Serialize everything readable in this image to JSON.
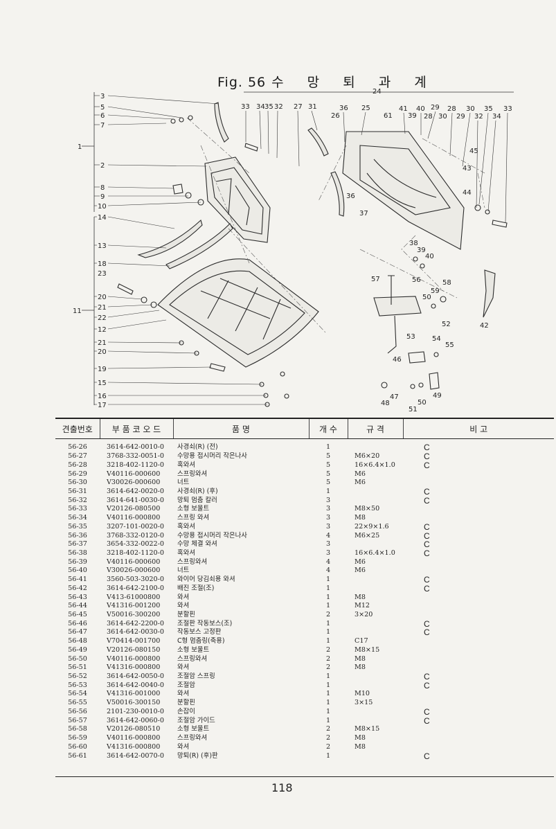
{
  "figure": {
    "title_fig": "Fig. 56",
    "title_ko": "수 망 퇴 과 계"
  },
  "callouts_left": [
    "3",
    "5",
    "6",
    "7",
    "1",
    "2",
    "8",
    "9",
    "10",
    "14",
    "13",
    "18",
    "23",
    "20",
    "21",
    "11",
    "22",
    "12",
    "21",
    "20",
    "19",
    "15",
    "16",
    "17"
  ],
  "callouts_top": [
    "24",
    "33",
    "34",
    "35",
    "32",
    "27",
    "31",
    "36",
    "25",
    "26",
    "61",
    "41",
    "39",
    "40",
    "29",
    "28",
    "30",
    "28",
    "30",
    "29",
    "32",
    "35",
    "34",
    "33"
  ],
  "callouts_misc": [
    "45",
    "43",
    "44",
    "36",
    "37",
    "38",
    "39",
    "40",
    "42",
    "57",
    "56",
    "58",
    "59",
    "50",
    "52",
    "53",
    "54",
    "55",
    "46",
    "48",
    "47",
    "51",
    "50",
    "49"
  ],
  "table": {
    "headers": [
      "견출번호",
      "부 품 코 오 드",
      "품                명",
      "개  수",
      "규      격",
      "비          고"
    ],
    "rows": [
      [
        "56-26",
        "3614-642-0010-0",
        "사경쇠(R)  (전)",
        "1",
        "",
        "C"
      ],
      [
        "56-27",
        "3768-332-0051-0",
        "수망용 접시머리 작은나사",
        "5",
        "M6×20",
        "C"
      ],
      [
        "56-28",
        "3218-402-1120-0",
        "혹와셔",
        "5",
        "16×6.4×1.0",
        "C"
      ],
      [
        "56-29",
        "V40116-000600",
        "스프링와셔",
        "5",
        "M6",
        ""
      ],
      [
        "56-30",
        "V30026-000600",
        "너트",
        "5",
        "M6",
        ""
      ],
      [
        "56-31",
        "3614-642-0020-0",
        "사경쇠(R)  (후)",
        "1",
        "",
        "C"
      ],
      [
        "56-32",
        "3614-641-0030-0",
        "망퇴 멈춤 칼러",
        "3",
        "",
        "C"
      ],
      [
        "56-33",
        "V20126-080500",
        "소형 보울트",
        "3",
        "M8×50",
        ""
      ],
      [
        "56-34",
        "V40116-000800",
        "스프링 와셔",
        "3",
        "M8",
        ""
      ],
      [
        "56-35",
        "3207-101-0020-0",
        "혹와셔",
        "3",
        "22×9×1.6",
        "C"
      ],
      [
        "56-36",
        "3768-332-0120-0",
        "수망용 접시머리 작은나사",
        "4",
        "M6×25",
        "C"
      ],
      [
        "56-37",
        "3654-332-0022-0",
        "수망 체결 와셔",
        "3",
        "",
        "C"
      ],
      [
        "56-38",
        "3218-402-1120-0",
        "혹와셔",
        "3",
        "16×6.4×1.0",
        "C"
      ],
      [
        "56-39",
        "V40116-000600",
        "스프링와셔",
        "4",
        "M6",
        ""
      ],
      [
        "56-40",
        "V30026-000600",
        "너트",
        "4",
        "M6",
        ""
      ],
      [
        "56-41",
        "3560-503-3020-0",
        "와이어 당김쇠용 와셔",
        "1",
        "",
        "C"
      ],
      [
        "56-42",
        "3614-642-2100-0",
        "배진 조절(조)",
        "1",
        "",
        "C"
      ],
      [
        "56-43",
        "V413-61000800",
        "와셔",
        "1",
        "M8",
        ""
      ],
      [
        "56-44",
        "V41316-001200",
        "와셔",
        "1",
        "M12",
        ""
      ],
      [
        "56-45",
        "V50016-300200",
        "분할핀",
        "2",
        "3×20",
        ""
      ],
      [
        "56-46",
        "3614-642-2200-0",
        "조절판 작동보스(조)",
        "1",
        "",
        "C"
      ],
      [
        "56-47",
        "3614-642-0030-0",
        "작동보스 고정판",
        "1",
        "",
        "C"
      ],
      [
        "56-48",
        "V70414-001700",
        "C형 멈춤링(축용)",
        "1",
        "C17",
        ""
      ],
      [
        "56-49",
        "V20126-080150",
        "소형 보울트",
        "2",
        "M8×15",
        ""
      ],
      [
        "56-50",
        "V40116-000800",
        "스프링와셔",
        "2",
        "M8",
        ""
      ],
      [
        "56-51",
        "V41316-000800",
        "와셔",
        "2",
        "M8",
        ""
      ],
      [
        "56-52",
        "3614-642-0050-0",
        "조절암 스프링",
        "1",
        "",
        "C"
      ],
      [
        "56-53",
        "3614-642-0040-0",
        "조절암",
        "1",
        "",
        "C"
      ],
      [
        "56-54",
        "V41316-001000",
        "와셔",
        "1",
        "M10",
        ""
      ],
      [
        "56-55",
        "V50016-300150",
        "분할핀",
        "1",
        "3×15",
        ""
      ],
      [
        "56-56",
        "2101-230-0010-0",
        "손잡이",
        "1",
        "",
        "C"
      ],
      [
        "56-57",
        "3614-642-0060-0",
        "조절암 가이드",
        "1",
        "",
        "C"
      ],
      [
        "56-58",
        "V20126-080510",
        "소형 보울트",
        "2",
        "M8×15",
        ""
      ],
      [
        "56-59",
        "V40116-000800",
        "스프링와셔",
        "2",
        "M8",
        ""
      ],
      [
        "56-60",
        "V41316-000800",
        "와셔",
        "2",
        "M8",
        ""
      ],
      [
        "56-61",
        "3614-642-0070-0",
        "망퇴(R)  (후)판",
        "1",
        "",
        "C"
      ]
    ]
  },
  "page_number": "118"
}
